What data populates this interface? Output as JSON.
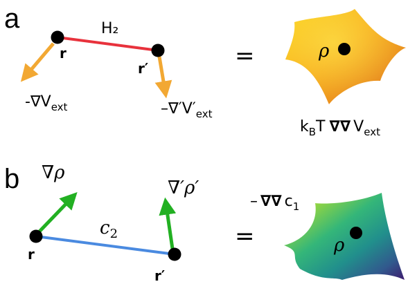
{
  "panel_a": {
    "label": "a",
    "point_r": "r",
    "point_r_prime": "r′",
    "bond_label": "H₂",
    "force_r": "-∇V",
    "force_r_sub": "ext",
    "force_r_prime": "–∇′V′",
    "force_r_prime_sub": "ext",
    "equals": "=",
    "density_symbol": "ρ",
    "result_pre": "k",
    "result_sub_b": "B",
    "result_mid": "T",
    "result_op": "∇∇",
    "result_v": "V",
    "result_sub_ext": "ext",
    "colors": {
      "bond": "#e8323c",
      "arrow": "#f2a833"
    }
  },
  "panel_b": {
    "label": "b",
    "point_r": "r",
    "point_r_prime": "r′",
    "bond_label_c": "c",
    "bond_label_sub": "2",
    "grad_r": "∇ρ",
    "grad_r_prime": "∇′ρ′",
    "equals": "=",
    "density_symbol": "ρ",
    "result_pre": "–",
    "result_op": "∇∇",
    "result_c": "c",
    "result_sub": "1",
    "colors": {
      "bond": "#4a8ae0",
      "arrow": "#22b022"
    }
  }
}
